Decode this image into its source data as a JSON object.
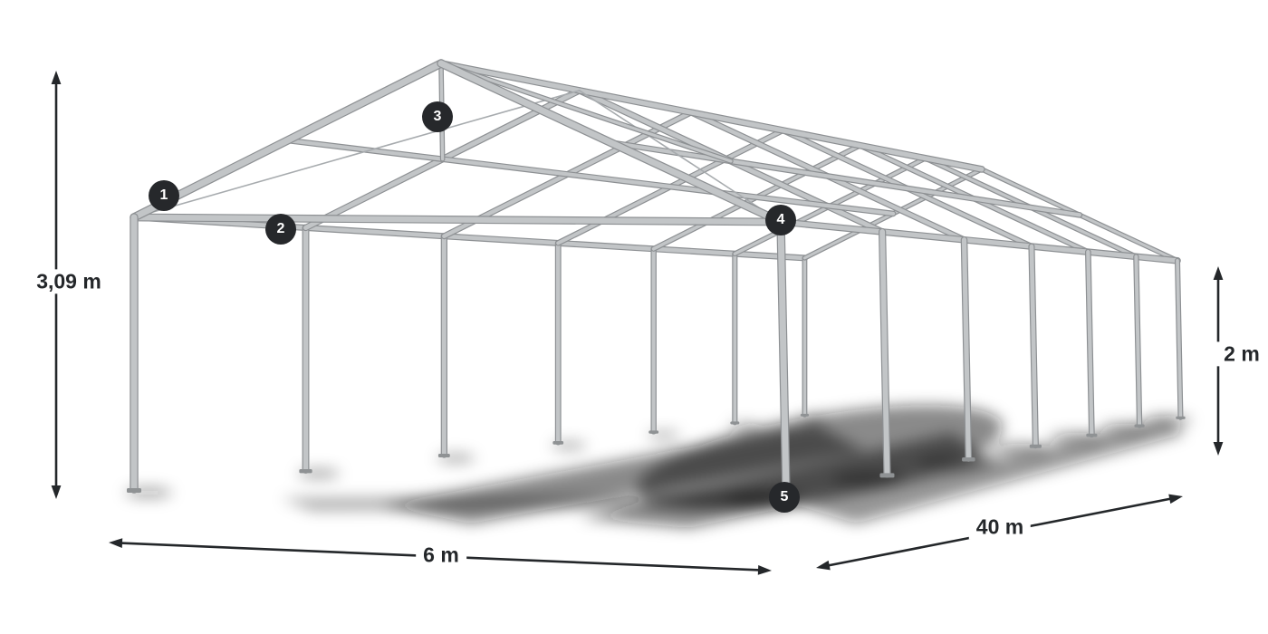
{
  "diagram": {
    "dimensions": {
      "height_total": "3,09 m",
      "height_side": "2 m",
      "width": "6 m",
      "length": "40 m"
    },
    "markers": [
      {
        "label": "1"
      },
      {
        "label": "2"
      },
      {
        "label": "3"
      },
      {
        "label": "4"
      },
      {
        "label": "5"
      }
    ],
    "colors": {
      "background": "#ffffff",
      "tube_light": "#c2c5c7",
      "tube_dark": "#8d9093",
      "tube_thin": "#a7abae",
      "foot_plate": "#8f9294",
      "shadow": "#111111",
      "dimension": "#24272a",
      "marker_bg": "#26282b",
      "marker_text": "#ffffff"
    }
  }
}
